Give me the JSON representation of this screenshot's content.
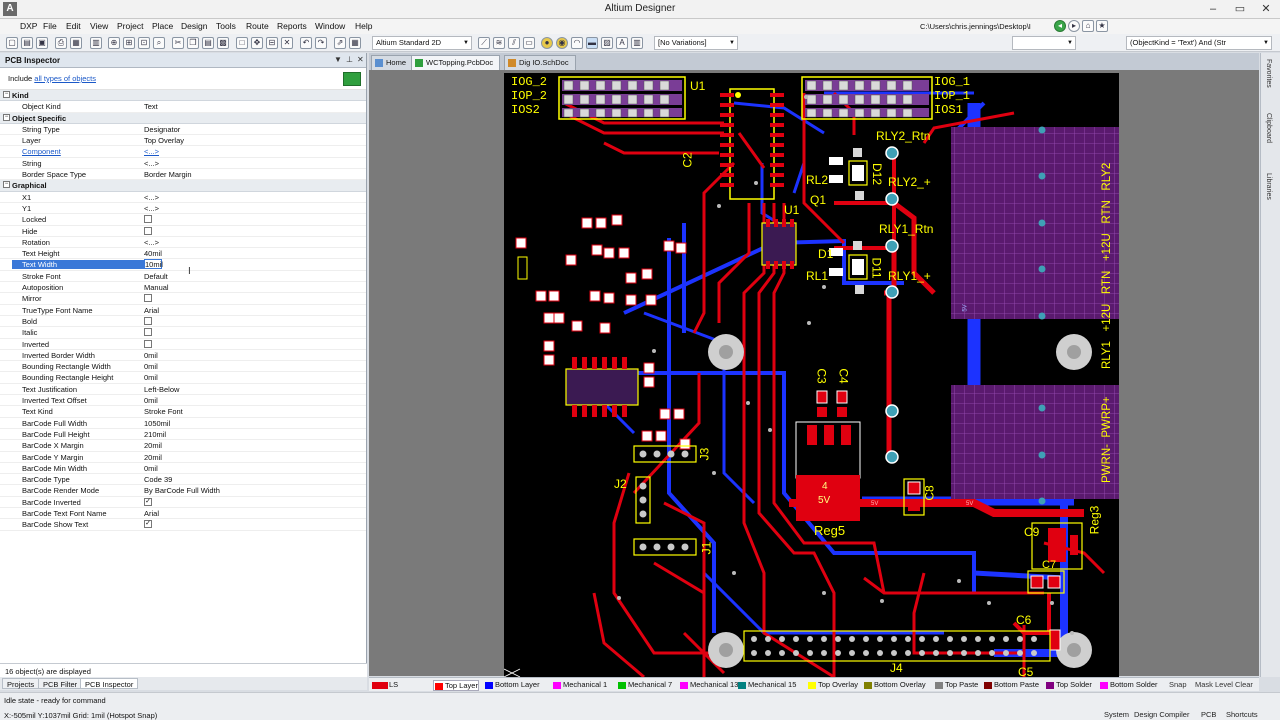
{
  "window": {
    "title": "Altium Designer",
    "logo": "A"
  },
  "menu": [
    "DXP",
    "File",
    "Edit",
    "View",
    "Project",
    "Place",
    "Design",
    "Tools",
    "Route",
    "Reports",
    "Window",
    "Help"
  ],
  "path": "C:\\Users\\chris.jennings\\Desktop\\I",
  "toolbar": {
    "view_combo": "Altium Standard 2D",
    "variation_combo": "[No Variations]",
    "filter_combo": "(ObjectKind = 'Text') And (Str"
  },
  "inspector": {
    "title": "PCB Inspector",
    "include_prefix": "Include",
    "include_link": "all types of objects",
    "sections": [
      {
        "name": "Kind",
        "rows": [
          {
            "name": "Object Kind",
            "value": "Text"
          }
        ]
      },
      {
        "name": "Object Specific",
        "rows": [
          {
            "name": "String Type",
            "value": "Designator"
          },
          {
            "name": "Layer",
            "value": "Top Overlay"
          },
          {
            "name": "Component",
            "value": "<...>",
            "link": true
          },
          {
            "name": "String",
            "value": "<...>"
          },
          {
            "name": "Border Space Type",
            "value": "Border Margin"
          }
        ]
      },
      {
        "name": "Graphical",
        "rows": [
          {
            "name": "X1",
            "value": "<...>"
          },
          {
            "name": "Y1",
            "value": "<...>"
          },
          {
            "name": "Locked",
            "check": false
          },
          {
            "name": "Hide",
            "check": false
          },
          {
            "name": "Rotation",
            "value": "<...>"
          },
          {
            "name": "Text Height",
            "value": "40mil"
          },
          {
            "name": "Text Width",
            "value": "10mil",
            "selected": true
          },
          {
            "name": "Stroke Font",
            "value": "Default"
          },
          {
            "name": "Autoposition",
            "value": "Manual"
          },
          {
            "name": "Mirror",
            "check": false
          },
          {
            "name": "TrueType Font Name",
            "value": "Arial"
          },
          {
            "name": "Bold",
            "check": false
          },
          {
            "name": "Italic",
            "check": false
          },
          {
            "name": "Inverted",
            "check": false
          },
          {
            "name": "Inverted Border Width",
            "value": "0mil"
          },
          {
            "name": "Bounding Rectangle Width",
            "value": "0mil"
          },
          {
            "name": "Bounding Rectangle Height",
            "value": "0mil"
          },
          {
            "name": "Text Justification",
            "value": "Left-Below"
          },
          {
            "name": "Inverted Text Offset",
            "value": "0mil"
          },
          {
            "name": "Text Kind",
            "value": "Stroke Font"
          },
          {
            "name": "BarCode Full Width",
            "value": "1050mil"
          },
          {
            "name": "BarCode Full Height",
            "value": "210mil"
          },
          {
            "name": "BarCode X Margin",
            "value": "20mil"
          },
          {
            "name": "BarCode Y Margin",
            "value": "20mil"
          },
          {
            "name": "BarCode Min Width",
            "value": "0mil"
          },
          {
            "name": "BarCode Type",
            "value": "Code 39"
          },
          {
            "name": "BarCode Render Mode",
            "value": "By BarCode Full Width"
          },
          {
            "name": "BarCode Inverted",
            "check": true
          },
          {
            "name": "BarCode Text Font Name",
            "value": "Arial"
          },
          {
            "name": "BarCode Show Text",
            "check": true
          }
        ]
      }
    ],
    "footer": "16 object(s) are displayed"
  },
  "panel_tabs": [
    "Projects",
    "PCB Filter",
    "PCB Inspector"
  ],
  "doc_tabs": [
    "Home",
    "WCTopping.PcbDoc",
    "Dig IO.SchDoc"
  ],
  "sidebar": [
    "Favorites",
    "Clipboard",
    "Libraries"
  ],
  "status": {
    "state": "Idle state - ready for command",
    "coords": "X:-505mil Y:1037mil   Grid: 1mil     (Hotspot Snap)"
  },
  "status_buttons": [
    "System",
    "Design Compiler",
    "PCB",
    "Shortcuts"
  ],
  "layer_indicator": "LS",
  "layers": [
    {
      "name": "Top Layer",
      "color": "#ff0000"
    },
    {
      "name": "Bottom Layer",
      "color": "#0000ff"
    },
    {
      "name": "Mechanical 1",
      "color": "#ff00ff"
    },
    {
      "name": "Mechanical 7",
      "color": "#00c000"
    },
    {
      "name": "Mechanical 13",
      "color": "#ff00ff"
    },
    {
      "name": "Mechanical 15",
      "color": "#008080"
    },
    {
      "name": "Top Overlay",
      "color": "#ffff00"
    },
    {
      "name": "Bottom Overlay",
      "color": "#808000"
    },
    {
      "name": "Top Paste",
      "color": "#808080"
    },
    {
      "name": "Bottom Paste",
      "color": "#800000"
    },
    {
      "name": "Top Solder",
      "color": "#800080"
    },
    {
      "name": "Bottom Solder",
      "color": "#ff00ff"
    }
  ],
  "layer_right": [
    "Snap",
    "Mask Level",
    "Clear"
  ],
  "pcb_labels": {
    "iog2": "IOG_2",
    "iop2": "IOP_2",
    "ios2": "IOS2",
    "iog1": "IOG_1",
    "iop1": "IOP_1",
    "ios1": "IOS1",
    "u1": "U1",
    "c2": "C2",
    "u1b": "U1",
    "rly2rtn": "RLY2_Rtn",
    "rly2p": "RLY2_+",
    "rly1rtn": "RLY1_Rtn",
    "rly1p": "RLY1_+",
    "rl2": "RL2",
    "rl1": "RL1",
    "q1": "Q1",
    "d1": "D1",
    "d12": "D12",
    "d11": "D11",
    "c3": "C3",
    "c4": "C4",
    "c8": "C8",
    "reg5": "Reg5",
    "reg5_v": "5V",
    "reg5_n": "4",
    "reg3": "Reg3",
    "c9": "C9",
    "c7": "C7",
    "c6": "C6",
    "c5": "C5",
    "j1": "J1",
    "j2": "J2",
    "j3": "J3",
    "j4": "J4",
    "conn_rly2": "RLY2",
    "conn_rtn1": "RTN",
    "conn_12v1": "+12U",
    "conn_rtn2": "RTN",
    "conn_12v2": "+12U",
    "conn_rly1": "RLY1",
    "pwrp": "PWRP+",
    "pwrn": "PWRN-",
    "net5v": "5V"
  }
}
